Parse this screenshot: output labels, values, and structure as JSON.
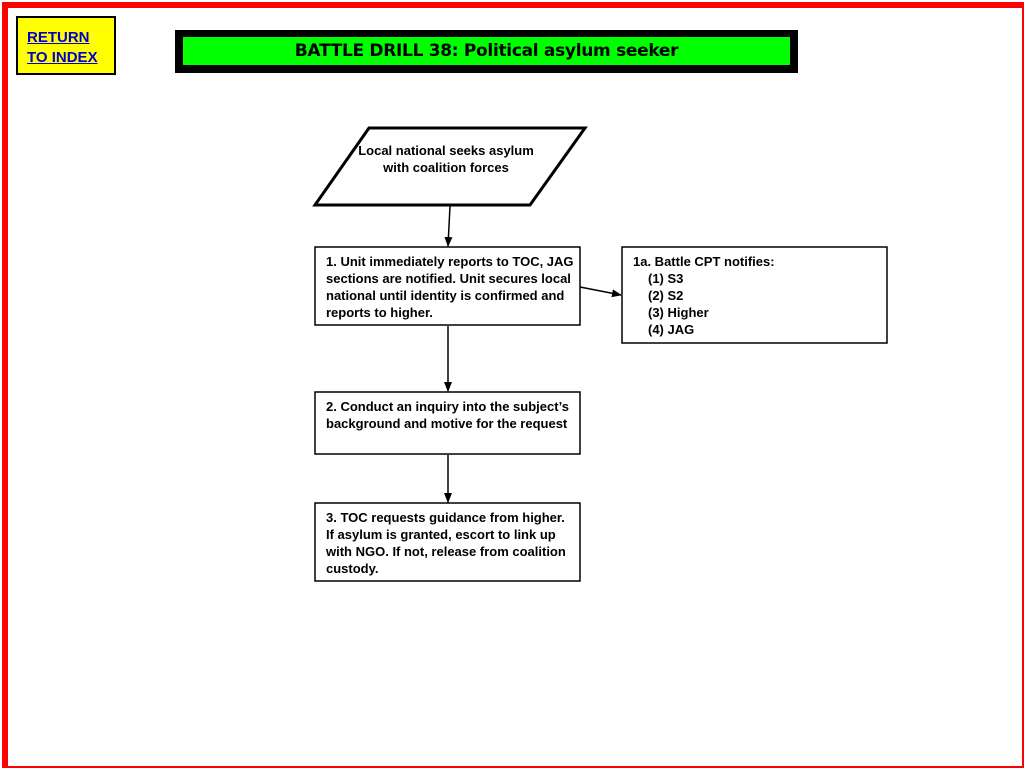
{
  "colors": {
    "frame_border": "#ff0000",
    "return_button_bg": "#ffff00",
    "return_button_text": "#0000cc",
    "title_bg": "#00ff00",
    "title_border": "#000000"
  },
  "return_button": {
    "line1": "RETURN",
    "line2": "TO INDEX"
  },
  "title": "BATTLE DRILL 38:  Political asylum seeker",
  "flow": {
    "start": "Local national seeks asylum with coalition forces",
    "step1": "1. Unit immediately reports to TOC, JAG sections are notified.  Unit secures local national until identity is confirmed and reports to higher.",
    "step1a": {
      "heading": "1a. Battle CPT notifies:",
      "items": [
        "(1)  S3",
        "(2)  S2",
        "(3)  Higher",
        "(4)  JAG"
      ]
    },
    "step2": "2. Conduct an inquiry into the subject’s background and motive for the request",
    "step3": "3. TOC requests guidance from higher.  If asylum is granted, escort to link up with NGO.  If not, release from coalition custody."
  }
}
